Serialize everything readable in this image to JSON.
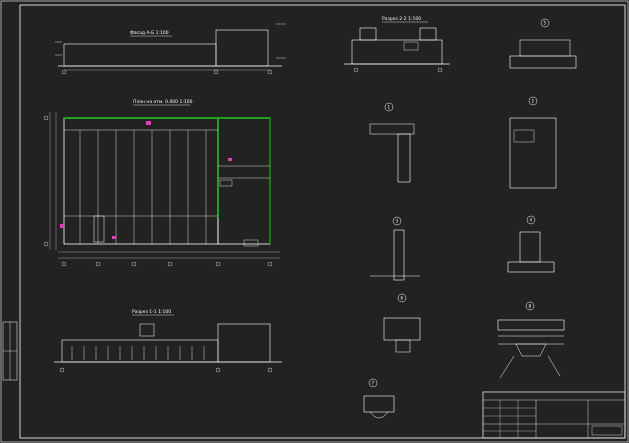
{
  "drawing": {
    "background": "#222222",
    "line_color": "#ffffff",
    "highlight_color": "#1fa31f",
    "accent_color": "#e040c0"
  },
  "titles": {
    "facade_top": "Фасад А-Б 1:100",
    "plan": "План на отм. 0.000 1:100",
    "section_2_2": "Разрез 2-2 1:100",
    "section_1_1": "Разрез 1-1 1:100"
  },
  "node_markers": {
    "n1": "1",
    "n2": "2",
    "n3": "3",
    "n4": "4",
    "n5": "5",
    "n6": "6",
    "n7": "7",
    "n8": "8"
  },
  "icons": [
    "title-block-stamp-icon",
    "binding-margin-icon"
  ]
}
